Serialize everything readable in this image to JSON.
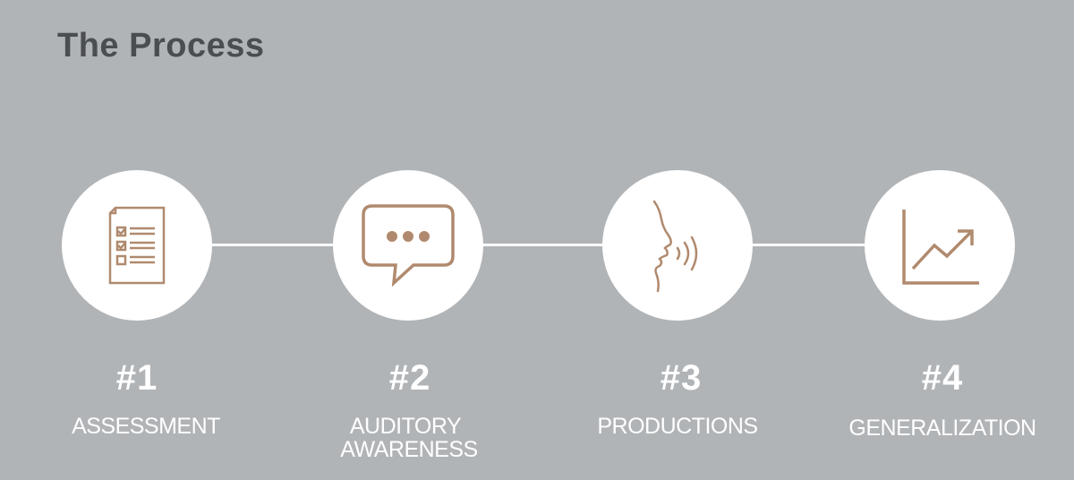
{
  "title": "The Process",
  "colors": {
    "background": "#b1b4b7",
    "icon": "#b08a6e",
    "circle": "#ffffff",
    "title": "#4b4e50"
  },
  "steps": [
    {
      "number": "#1",
      "label": "ASSESSMENT",
      "icon": "checklist-document-icon"
    },
    {
      "number": "#2",
      "label_line1": "AUDITORY",
      "label_line2": "AWARENESS",
      "icon": "speech-bubble-icon"
    },
    {
      "number": "#3",
      "label": "PRODUCTIONS",
      "icon": "speaking-face-icon"
    },
    {
      "number": "#4",
      "label": "GENERALIZATION",
      "icon": "growth-chart-icon"
    }
  ]
}
